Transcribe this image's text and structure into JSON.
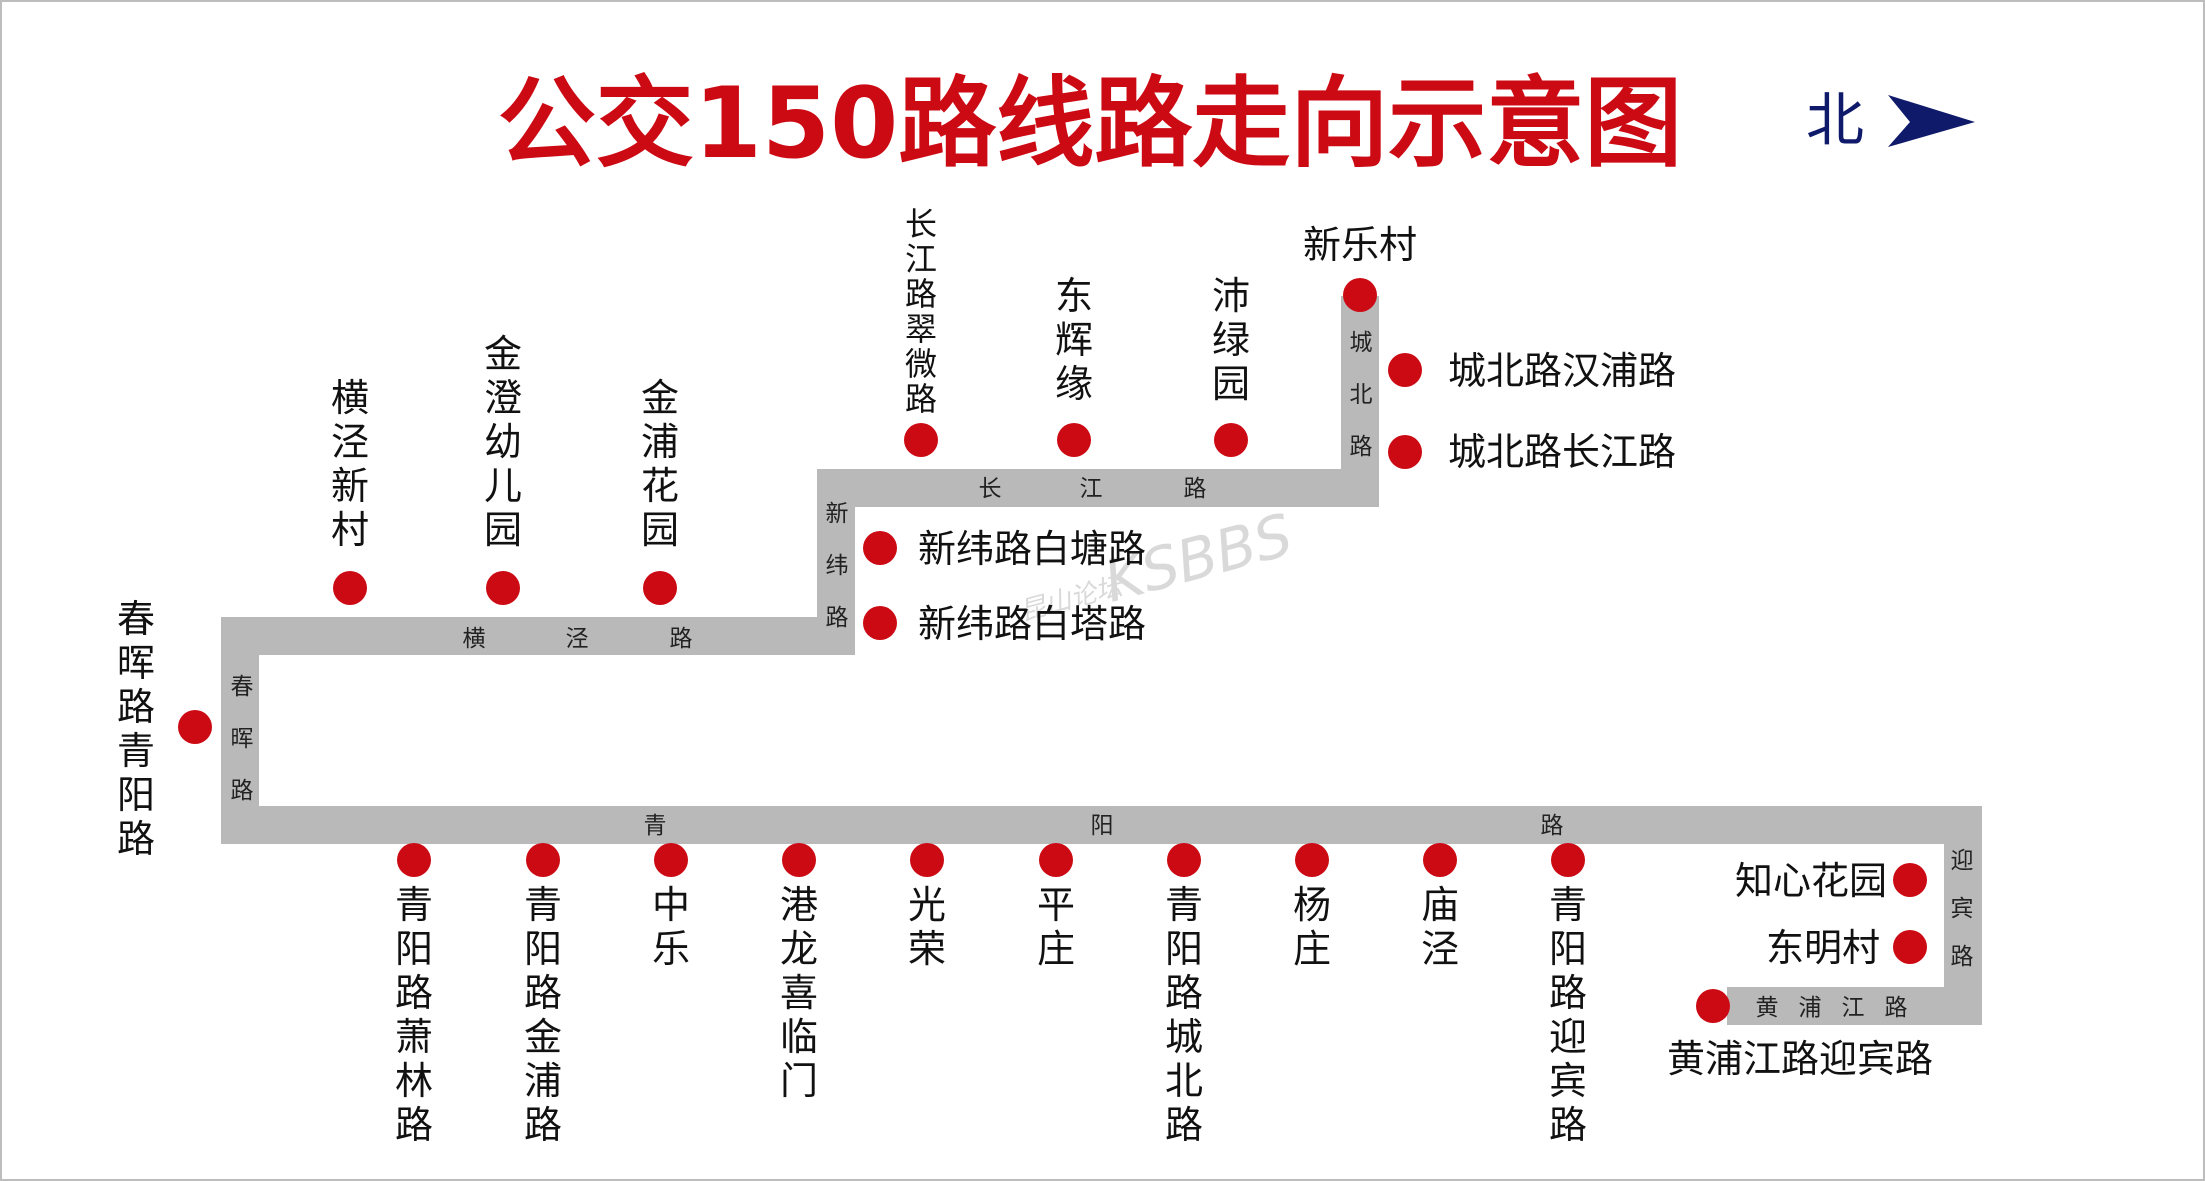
{
  "title": "公交150路线路走向示意图",
  "north_label": "北",
  "watermark": [
    "昆山论坛",
    "KSBBS"
  ],
  "colors": {
    "title": "#cc0a14",
    "stop": "#cc0a14",
    "route": "#b9b9b9",
    "north": "#0f1a6b",
    "text": "#111111"
  },
  "roads": {
    "chunhui": "春晖路",
    "hengjing": "横泾路",
    "xinwei": "新纬路",
    "changjiang": "长江路",
    "chengbei": "城北路",
    "qingyang": "青阳路",
    "yingbin": "迎宾路",
    "huangpujiang": "黄浦江路"
  },
  "stops": {
    "chunhui_qingyang": "春晖路青阳路",
    "hengjing_xincun": "横泾新村",
    "jindeng_youeryuan": "金澄幼儿园",
    "jinpu_huayuan": "金浦花园",
    "xinwei_baitang": "新纬路白塘路",
    "xinwei_baita": "新纬路白塔路",
    "changjiang_cuiwei": "长江路翠微路",
    "donghuiyuan": "东辉缘",
    "peilvyuan": "沛绿园",
    "xinlecun": "新乐村",
    "chengbei_hanpu": "城北路汉浦路",
    "chengbei_changjiang": "城北路长江路",
    "qingyang_xiaolin": "青阳路萧林路",
    "qingyang_jinpu": "青阳路金浦路",
    "zhongle": "中乐",
    "ganglong_xilinmen": "港龙喜临门",
    "guangrong": "光荣",
    "pingzhuang": "平庄",
    "qingyang_chengbei": "青阳路城北路",
    "yangzhuang": "杨庄",
    "miaojing": "庙泾",
    "qingyang_yingbin": "青阳路迎宾路",
    "zhixin_huayuan": "知心花园",
    "dongmingcun": "东明村",
    "huangpujiang_yingbin": "黄浦江路迎宾路"
  }
}
